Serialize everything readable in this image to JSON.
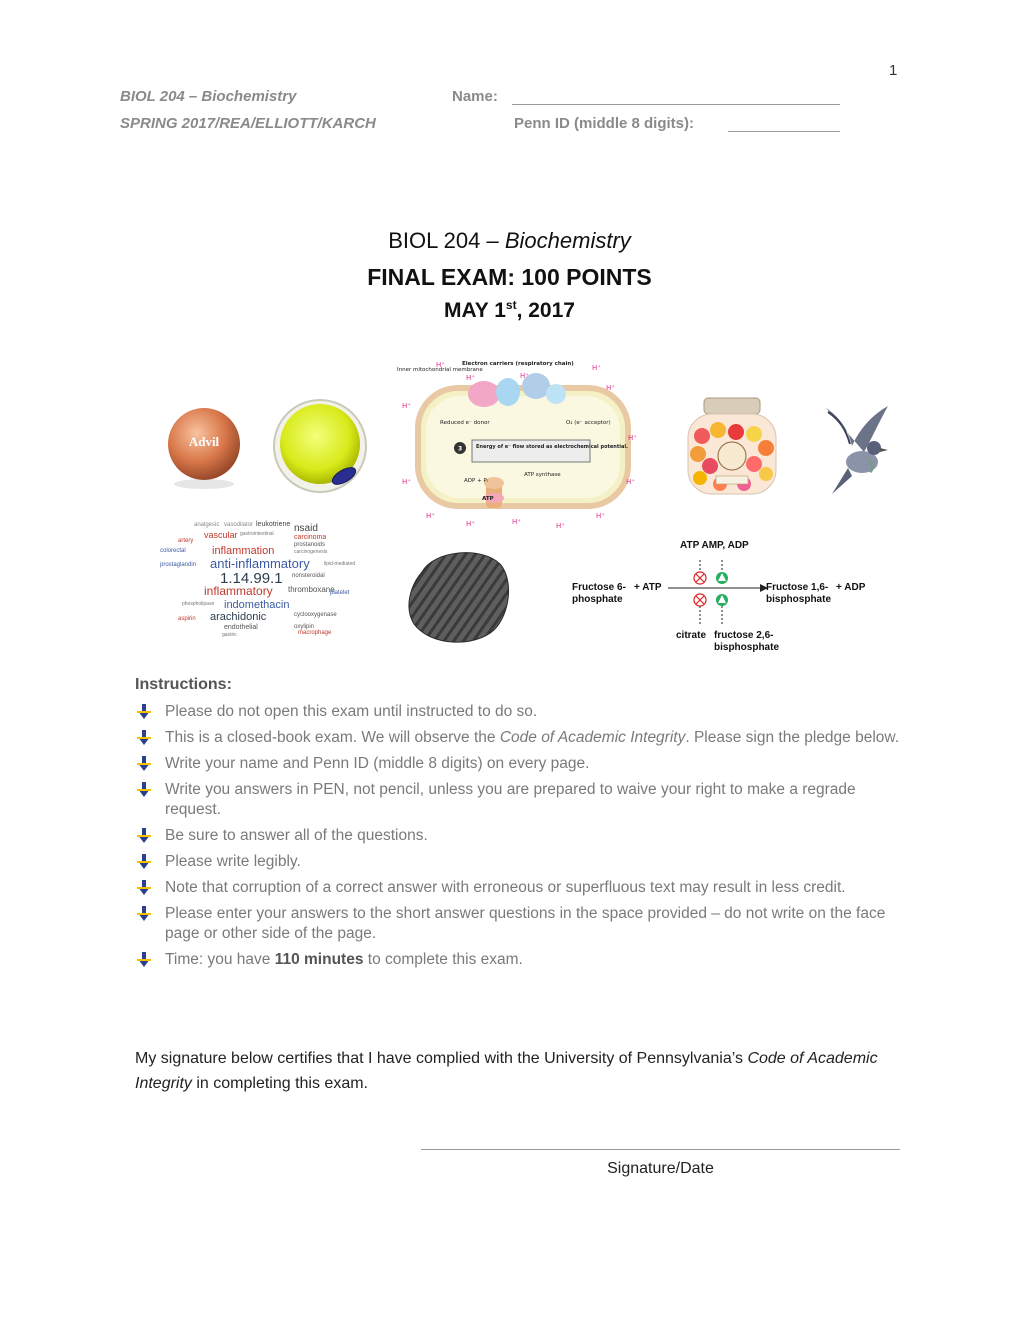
{
  "page_number": "1",
  "header": {
    "course": "BIOL 204 – Biochemistry",
    "term": "SPRING 2017/REA/ELLIOTT/KARCH",
    "name_label": "Name:",
    "pennid_label": "Penn ID (middle 8 digits):"
  },
  "title": {
    "line1_prefix": "BIOL 204 – ",
    "line1_italic": "Biochemistry",
    "line2": "FINAL EXAM: 100 POINTS",
    "line3_prefix": "MAY 1",
    "line3_sup": "st",
    "line3_suffix": ", 2017"
  },
  "figures": {
    "advil_label": "Advil",
    "etc": {
      "title": "Electron carriers (respiratory chain)",
      "membrane_label": "Inner mitochondrial membrane",
      "reduced_donor": "Reduced e⁻ donor",
      "acceptor": "O₂ (e⁻ acceptor)",
      "energy_step": "3",
      "energy_text": "Energy of e⁻ flow stored as electrochemical potential.",
      "atp_synthase": "ATP synthase",
      "adp_pi": "ADP + Pᵢ",
      "atp": "ATP",
      "h_plus": "H⁺"
    },
    "wordcloud": {
      "words": [
        "analgesic",
        "vasodilator",
        "leukotriene",
        "nsaid",
        "vascular",
        "gastrointestinal",
        "carcinoma",
        "artery",
        "prostanoids",
        "colorectal",
        "inflammation",
        "carcinogenesis",
        "anti-inflammatory",
        "lipid-mediated",
        "1.14.99.1",
        "nonsteroidal",
        "inflammatory",
        "thromboxane",
        "phospholipase",
        "indomethacin",
        "arachidonic",
        "endothelial",
        "macrophage",
        "gastric",
        "platelet",
        "aspirin",
        "cyclooxygenase",
        "prostaglandin",
        "oxylipin"
      ]
    },
    "pfk": {
      "activators_inhibitors_top": "ATP  AMP, ADP",
      "substrate": "Fructose 6-phosphate",
      "plus_atp": "+ ATP",
      "product": "Fructose 1,6-bisphosphate",
      "plus_adp": "+ ADP",
      "citrate": "citrate",
      "f26bp": "fructose 2,6-bisphosphate"
    }
  },
  "instructions": {
    "heading": "Instructions:",
    "items": [
      {
        "text": "Please do not open this exam until instructed to do so."
      },
      {
        "pre": "This is a closed-book exam.  We will observe the ",
        "em": "Code of Academic Integrity",
        "post": ".  Please sign the pledge below."
      },
      {
        "text": "Write your name and Penn ID (middle 8 digits) on every page."
      },
      {
        "text": "Write you answers in PEN, not pencil, unless you are prepared to waive your right to make a regrade request."
      },
      {
        "text": "Be sure to answer all of the questions."
      },
      {
        "text": "Please write legibly."
      },
      {
        "text": "Note that corruption of a correct answer with erroneous or superfluous text may result in less credit."
      },
      {
        "text": "Please enter your answers to the short answer questions in the space provided – do not write on the face page or other side of the page."
      },
      {
        "pre": "Time: you have ",
        "bold": "110 minutes",
        "post": " to complete this exam."
      }
    ]
  },
  "certification": {
    "pre": "My signature below certifies that I have complied with the University of Pennsylvania’s ",
    "em": "Code of Academic Integrity",
    "post": " in completing this exam."
  },
  "signature_label": "Signature/Date",
  "colors": {
    "header_gray": "#8a8a8a",
    "text_gray": "#7a7a7a",
    "bullet_blue": "#2b3f8c",
    "bullet_yellow": "#f2c200"
  }
}
